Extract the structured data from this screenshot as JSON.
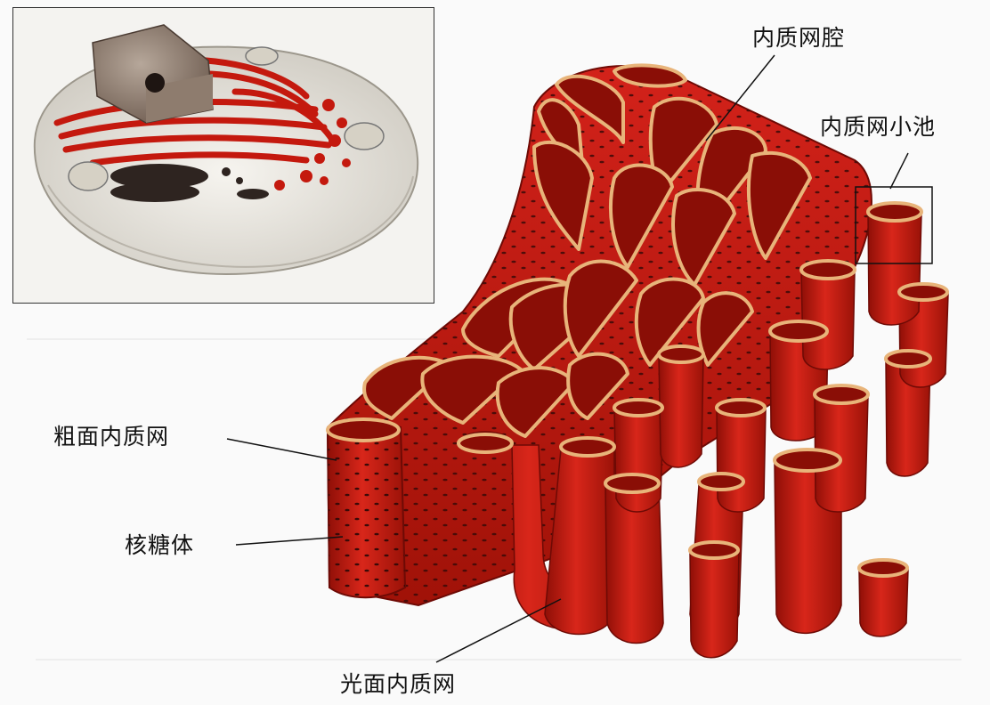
{
  "labels": {
    "er_lumen": "内质网腔",
    "er_cisterna": "内质网小池",
    "rough_er": "粗面内质网",
    "ribosome": "核糖体",
    "smooth_er": "光面内质网"
  },
  "colors": {
    "membrane_red": "#c4190e",
    "membrane_dark": "#7a0c06",
    "lumen_tan": "#e8b47a",
    "ribosome_dot": "#3a0a08",
    "background": "#fafafa"
  }
}
